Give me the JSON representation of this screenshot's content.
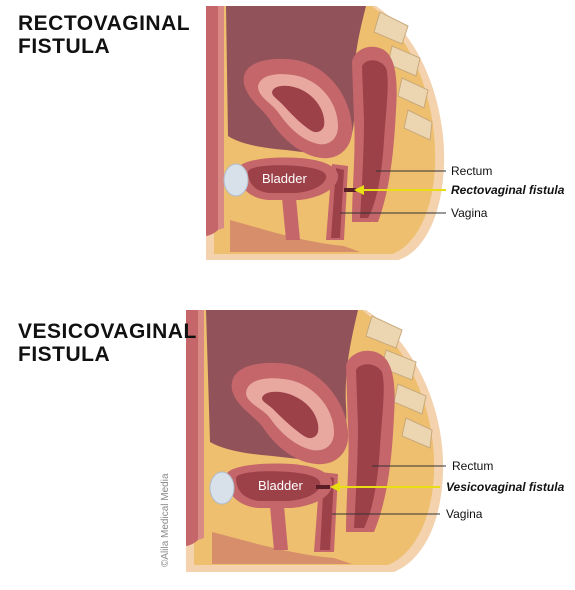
{
  "colors": {
    "skin": "#f3d2ad",
    "fat": "#eebf6e",
    "cavity": "#92525a",
    "organ_wall": "#c4666a",
    "organ_inner": "#9d4148",
    "pale": "#e8a8a0",
    "bone": "#d8e0ea",
    "spine": "#ecd6b2",
    "callout": "#e8de14"
  },
  "panels": [
    {
      "title_line1": "RECTOVAGINAL",
      "title_line2": "FISTULA",
      "bladder_label": "Bladder",
      "rectum_label": "Rectum",
      "fistula_label": "Rectovaginal fistula",
      "vagina_label": "Vagina"
    },
    {
      "title_line1": "VESICOVAGINAL",
      "title_line2": "FISTULA",
      "bladder_label": "Bladder",
      "rectum_label": "Rectum",
      "fistula_label": "Vesicovaginal fistula",
      "vagina_label": "Vagina"
    }
  ],
  "credit": "©Alila Medical Media"
}
